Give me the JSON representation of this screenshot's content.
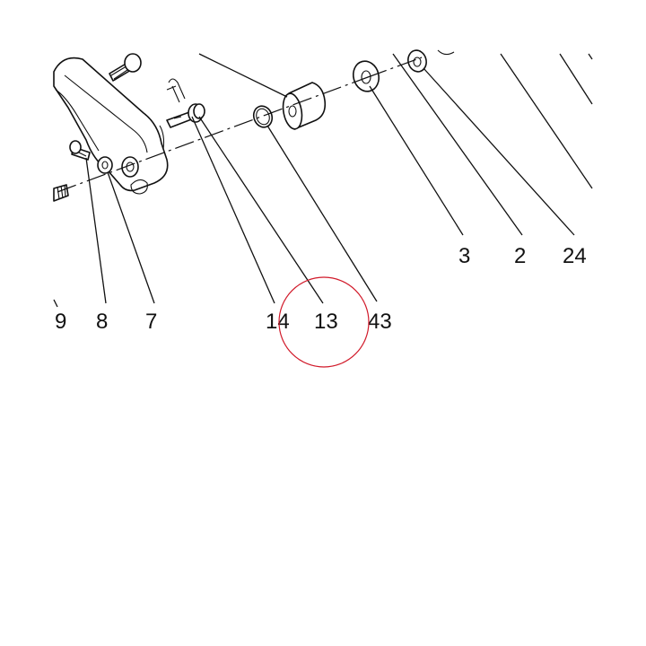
{
  "diagram": {
    "callouts": {
      "c9": "9",
      "c8": "8",
      "c7": "7",
      "c14": "14",
      "c13": "13",
      "c43": "43",
      "c3": "3",
      "c2": "2",
      "c24": "24"
    },
    "highlight": {
      "target_callout": "13",
      "color": "#d11a2a"
    },
    "colors": {
      "line": "#111111",
      "background": "#ffffff"
    }
  }
}
